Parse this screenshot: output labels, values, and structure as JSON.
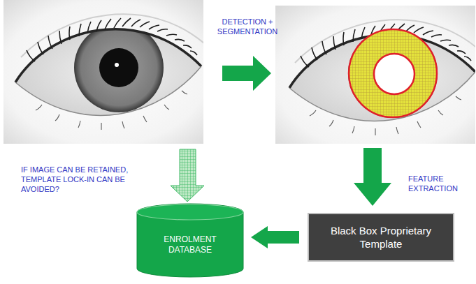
{
  "diagram": {
    "nodes": [
      {
        "text": [
          "ENROLMENT DATABASE"
        ]
      },
      {
        "text": [
          "Black Box Proprietary Template"
        ]
      }
    ],
    "edges": [
      {
        "from": 1,
        "to": 0,
        "arrow": "to"
      }
    ],
    "labels": [
      "DETECTION + SEGMENTATION",
      "FEATURE EXTRACTION",
      "IF IMAGE CAN BE RETAINED, TEMPLATE LOCK-IN CAN BE AVOIDED?"
    ]
  }
}
